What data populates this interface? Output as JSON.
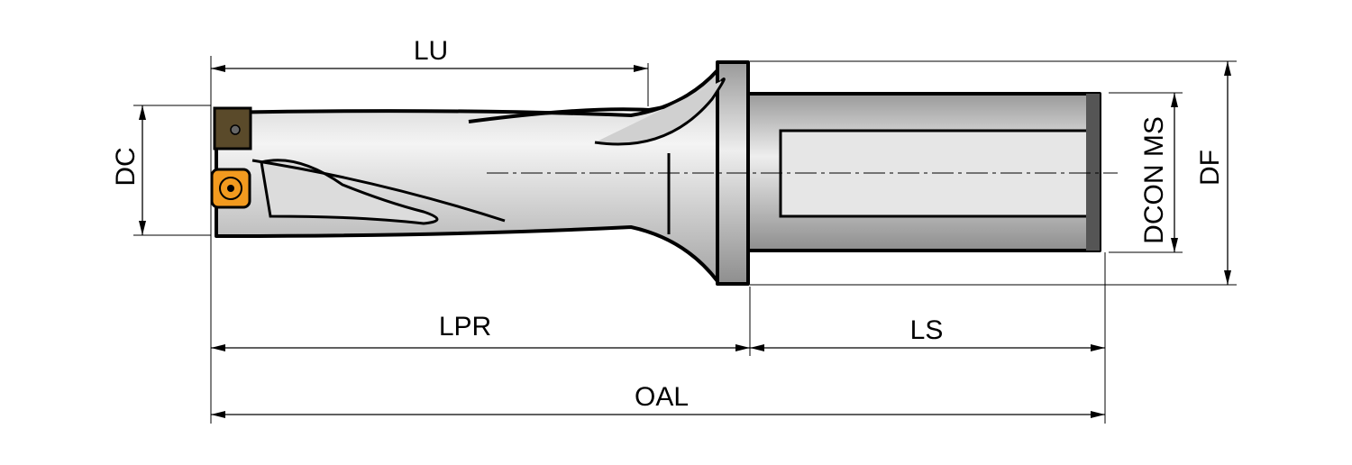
{
  "title": "Indexable insert drill dimension drawing",
  "labels": {
    "lu": "LU",
    "dc": "DC",
    "dcon_ms": "DCON MS",
    "df": "DF",
    "lpr": "LPR",
    "ls": "LS",
    "oal": "OAL"
  },
  "colors": {
    "insert": "#F29A1F",
    "body_light": "#F2F2F2",
    "body_dark": "#A8A8A8"
  }
}
